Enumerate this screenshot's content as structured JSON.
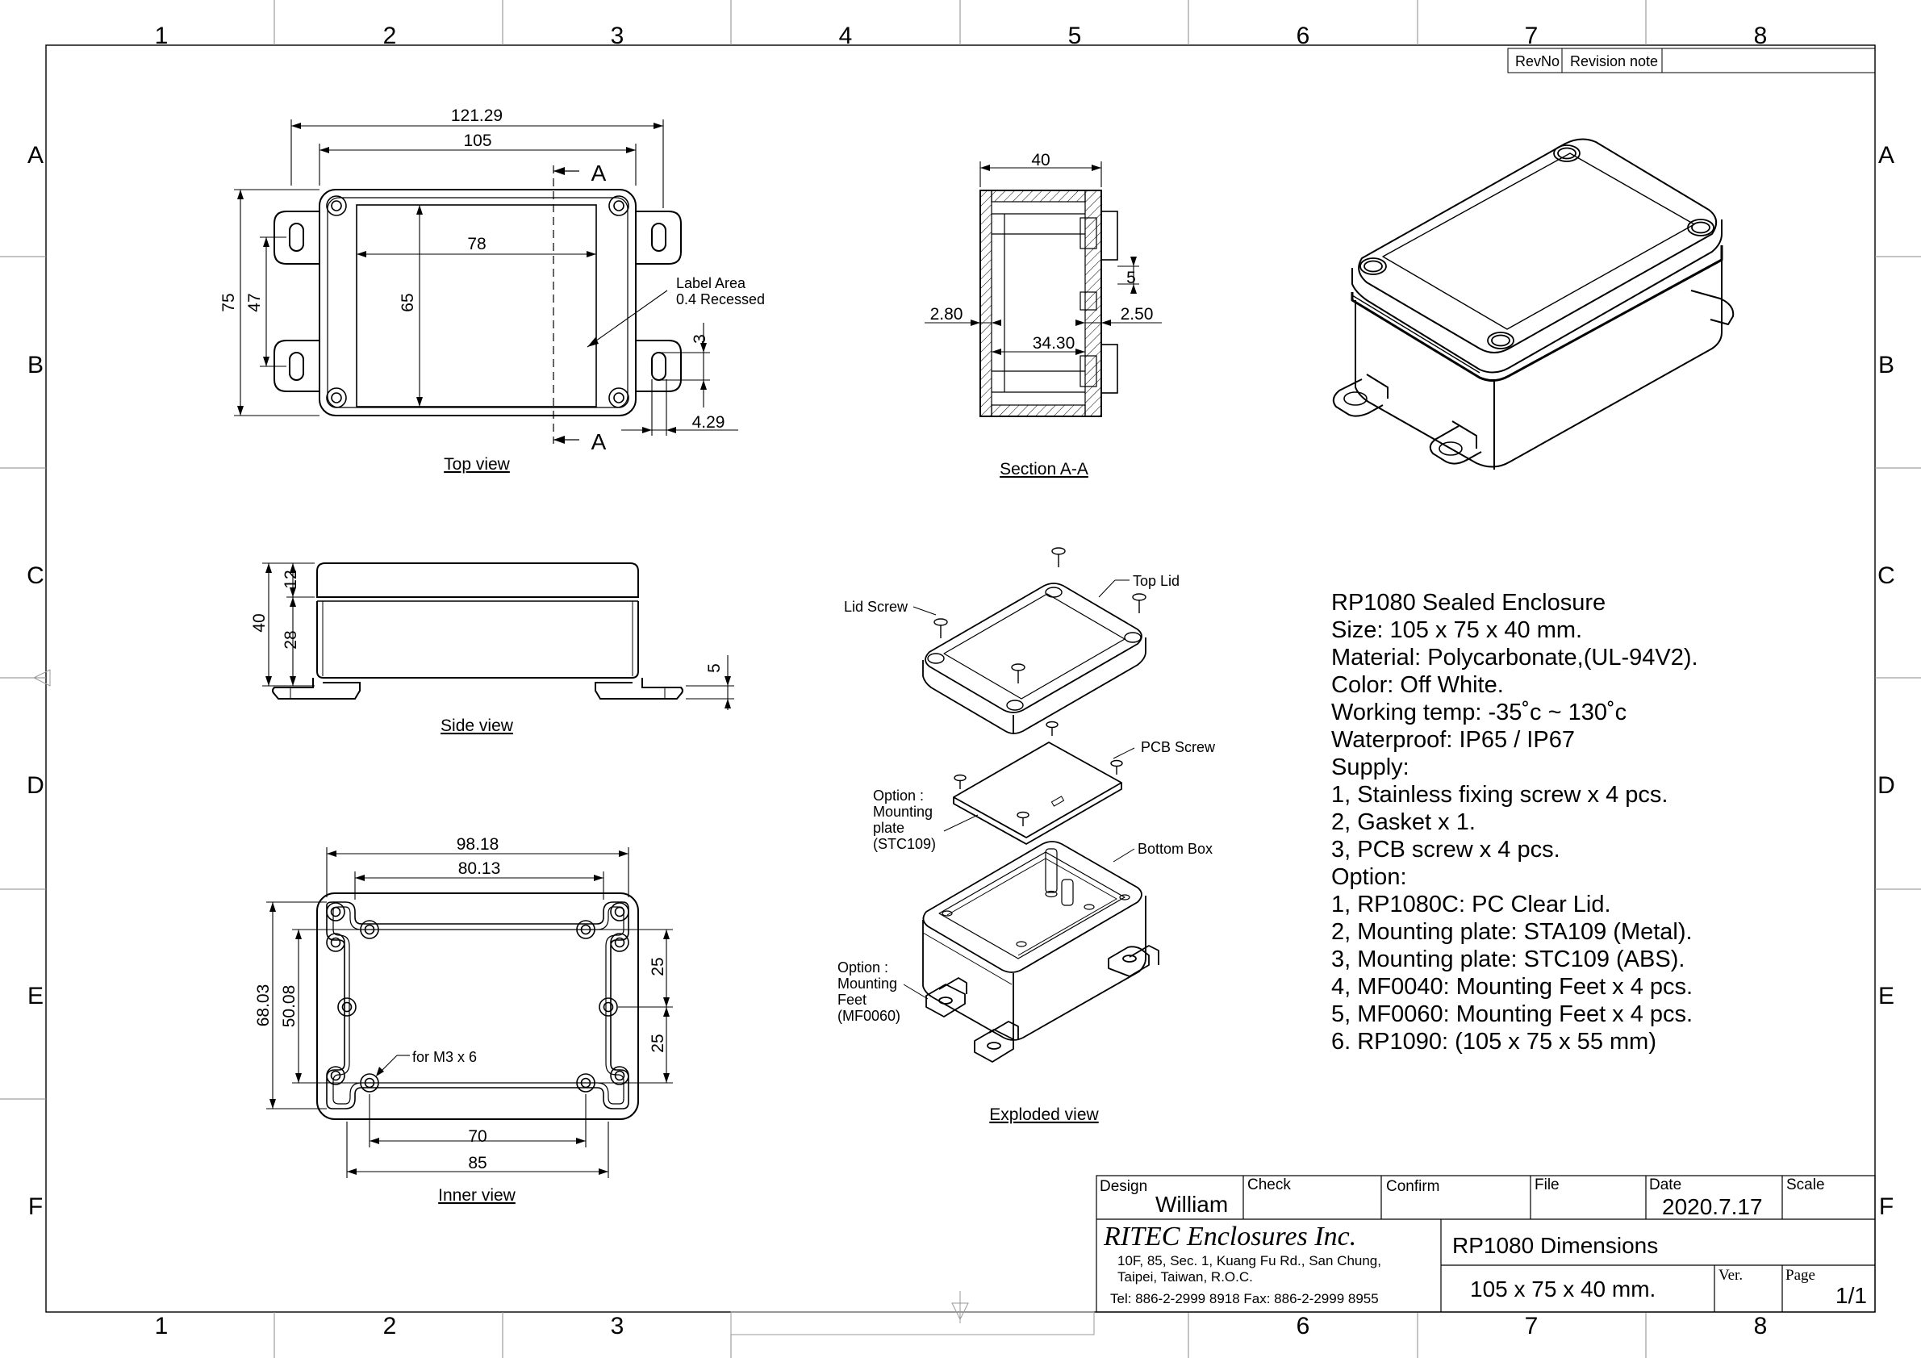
{
  "border": {
    "cols": [
      "1",
      "2",
      "3",
      "4",
      "5",
      "6",
      "7",
      "8"
    ],
    "rows": [
      "A",
      "B",
      "C",
      "D",
      "E",
      "F"
    ]
  },
  "revision": {
    "col1": "RevNo",
    "col2": "Revision note"
  },
  "top_view": {
    "title": "Top view",
    "dims": {
      "overall_width": "121.29",
      "width": "105",
      "inner_width": "78",
      "height": "75",
      "slot_span": "47",
      "inner_height": "65",
      "slot": "3",
      "offset": "4.29"
    },
    "label_area": [
      "Label Area",
      "0.4 Recessed"
    ],
    "section_marks": [
      "A",
      "A"
    ]
  },
  "section_view": {
    "title": "Section A-A",
    "dims": {
      "height": "40",
      "gap": "5",
      "wall_left": "2.80",
      "wall_right": "2.50",
      "inner": "34.30"
    }
  },
  "side_view": {
    "title": "Side view",
    "dims": {
      "total": "40",
      "lid": "12",
      "box": "28",
      "feet": "5"
    }
  },
  "inner_view": {
    "title": "Inner view",
    "dims": {
      "outer_w": "98.18",
      "inner_w": "80.13",
      "outer_h": "68.03",
      "inner_h": "50.08",
      "pitch_a": "25",
      "pitch_b": "25",
      "hole_w": "70",
      "base_w": "85"
    },
    "screw_label": "for M3 x 6"
  },
  "exploded_view": {
    "title": "Exploded view",
    "labels": {
      "lid_screw": "Lid Screw",
      "top_lid": "Top Lid",
      "pcb_screw": "PCB Screw",
      "option_plate": [
        "Option :",
        "Mounting",
        "plate",
        "(STC109)"
      ],
      "bottom_box": "Bottom Box",
      "option_feet": [
        "Option :",
        "Mounting",
        "Feet",
        "(MF0060)"
      ]
    }
  },
  "specs": [
    "RP1080 Sealed Enclosure",
    "Size: 105 x 75 x 40 mm.",
    "Material: Polycarbonate,(UL-94V2).",
    "Color: Off White.",
    "Working temp: -35˚c ~ 130˚c",
    "Waterproof: IP65 / IP67",
    "Supply:",
    "1, Stainless fixing screw x 4 pcs.",
    "2, Gasket x 1.",
    "3, PCB screw x 4 pcs.",
    "Option:",
    "1, RP1080C: PC Clear Lid.",
    "2, Mounting plate: STA109 (Metal).",
    "3, Mounting plate: STC109 (ABS).",
    "4, MF0040: Mounting Feet x 4 pcs.",
    "5, MF0060: Mounting Feet x 4 pcs.",
    "6. RP1090: (105 x 75 x 55 mm)"
  ],
  "title_block": {
    "design_label": "Design",
    "design_value": "William",
    "check_label": "Check",
    "confirm_label": "Confirm",
    "file_label": "File",
    "date_label": "Date",
    "date_value": "2020.7.17",
    "scale_label": "Scale",
    "company": "RITEC Enclosures Inc.",
    "address1": "10F, 85, Sec. 1, Kuang Fu Rd., San Chung,",
    "address2": "Taipei, Taiwan, R.O.C.",
    "contact": "Tel: 886-2-2999 8918   Fax: 886-2-2999 8955",
    "drawing_title": "RP1080 Dimensions",
    "drawing_size": "105 x 75 x 40 mm.",
    "ver_label": "Ver.",
    "page_label": "Page",
    "page_value": "1/1"
  }
}
